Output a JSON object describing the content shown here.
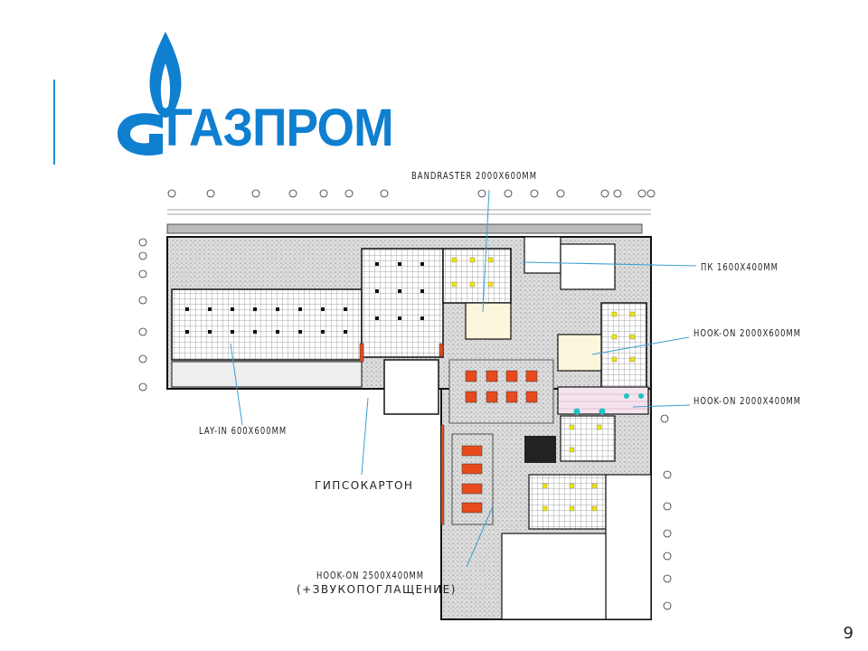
{
  "logo": {
    "text": "ГАЗПРОМ",
    "color": "#0f7fd0"
  },
  "labels": {
    "bandraster": "BANDRASTER 2000X600MM",
    "pk": "ПК 1600X400MM",
    "hookon_2000x600": "HOOK-ON 2000X600MM",
    "hookon_2000x400": "HOOK-ON 2000X400MM",
    "layin": "LAY-IN 600X600MM",
    "gipsokarton": "ГИПСОКАРТОН",
    "hookon_2500x400": "HOOK-ON 2500X400MM",
    "hookon_2500x400_note": "(+ЗВУКОПОГЛАЩЕНИЕ)"
  },
  "page_number": "9",
  "colors": {
    "accent": "#1f8dd6",
    "leader": "#3aa0d0",
    "red_panel": "#e84a1c",
    "yellow_panel": "#f2e600",
    "cyan_panel": "#19c4c4"
  }
}
